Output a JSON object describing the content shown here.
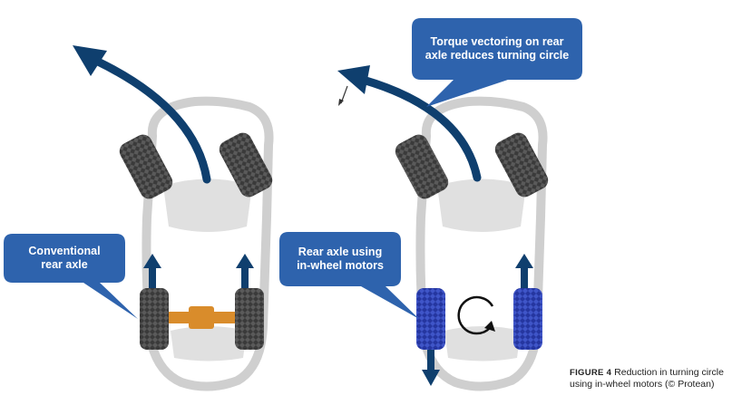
{
  "callouts": {
    "conventional": "Conventional\nrear axle",
    "torque": "Torque vectoring on rear\naxle reduces turning circle",
    "in_wheel": "Rear axle using\nin-wheel motors"
  },
  "caption": {
    "label": "FIGURE 4",
    "text": "Reduction in turning circle using in-wheel motors (© Protean)"
  },
  "colors": {
    "callout_fill": "#2e63ad",
    "arrow": "#0f3f6e",
    "car_outline": "#cfcfcf",
    "car_fill": "#e2e2e2",
    "tire": "#3a3a3a",
    "motor_tire": "#2a3fa8",
    "axle": "#d98c2b"
  },
  "icons": {
    "rotation": "rotation-arrow-icon",
    "forward": "up-arrow-icon",
    "reverse": "down-arrow-icon"
  }
}
